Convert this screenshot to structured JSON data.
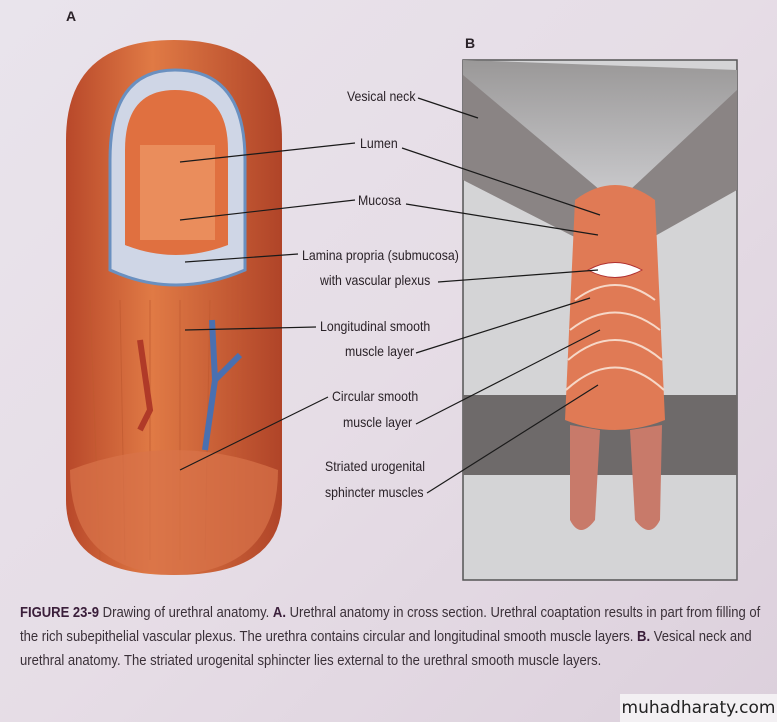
{
  "panel_a": {
    "letter": "A"
  },
  "panel_b": {
    "letter": "B"
  },
  "labels": {
    "vesical_neck": "Vesical neck",
    "lumen": "Lumen",
    "mucosa": "Mucosa",
    "lamina_propria_1": "Lamina propria (submucosa)",
    "lamina_propria_2": "with vascular plexus",
    "longitudinal_1": "Longitudinal smooth",
    "longitudinal_2": "muscle layer",
    "circular_1": "Circular smooth",
    "circular_2": "muscle layer",
    "striated_1": "Striated urogenital",
    "striated_2": "sphincter muscles"
  },
  "caption": {
    "figure": "FIGURE 23-9",
    "intro": "Drawing of urethral anatomy.",
    "a_mark": "A.",
    "a_text": "Urethral anatomy in cross section. Urethral coaptation results in part from filling of the rich subepithelial vascular plexus. The urethra contains circular and longitudinal smooth muscle layers.",
    "b_mark": "B.",
    "b_text": "Vesical neck and urethral anatomy. The striated urogenital sphincter lies external to the urethral smooth muscle layers."
  },
  "watermark": "muhadharaty.com"
}
